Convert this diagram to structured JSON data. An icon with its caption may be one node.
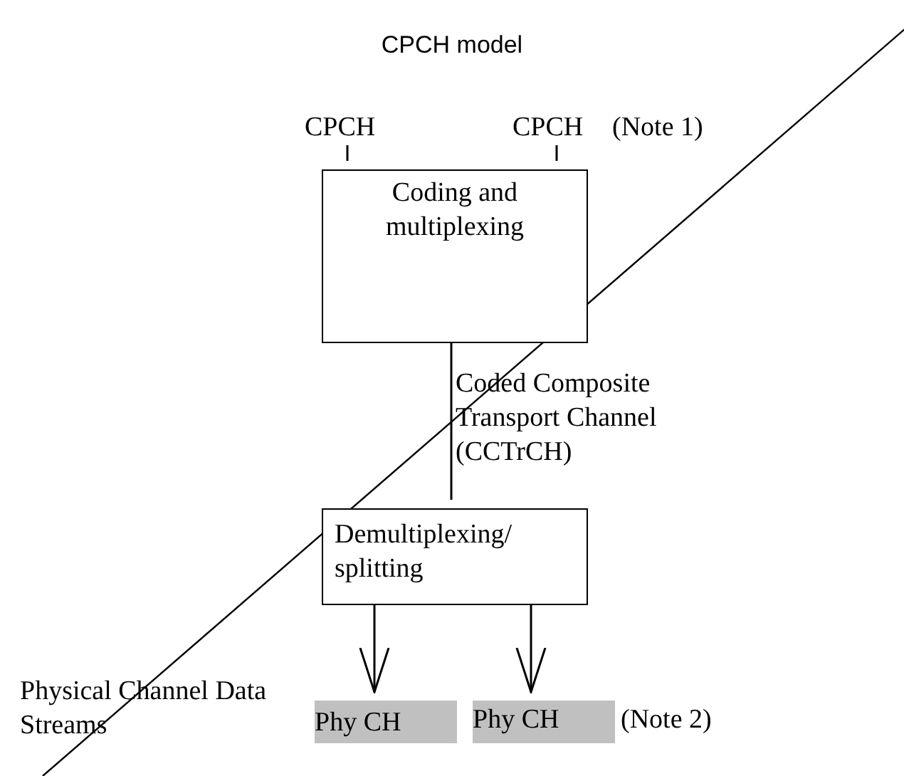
{
  "diagram": {
    "title": "CPCH model",
    "nodes": [
      {
        "text": [
          "CPCH"
        ]
      },
      {
        "text": [
          "CPCH"
        ],
        "beside": [
          "(Note 1)"
        ]
      },
      {
        "text": [
          "Coding and multiplexing"
        ]
      },
      {
        "text": [
          "Demultiplexing/ splitting"
        ]
      },
      {
        "text": [
          "Phy CH"
        ]
      },
      {
        "text": [
          "Phy CH"
        ],
        "beside": [
          "(Note 2)"
        ]
      }
    ],
    "edges": [
      {
        "from": 0,
        "to": 2,
        "arrow": "none"
      },
      {
        "from": 1,
        "to": 2,
        "arrow": "none"
      },
      {
        "from": 2,
        "to": 3,
        "arrow": "none",
        "label": "Coded Composite Transport Channel (CCTrCH)"
      },
      {
        "from": 3,
        "to": 4,
        "arrow": "to"
      },
      {
        "from": 3,
        "to": 5,
        "arrow": "to"
      }
    ],
    "labels": [
      "Physical Channel Data Streams"
    ]
  }
}
